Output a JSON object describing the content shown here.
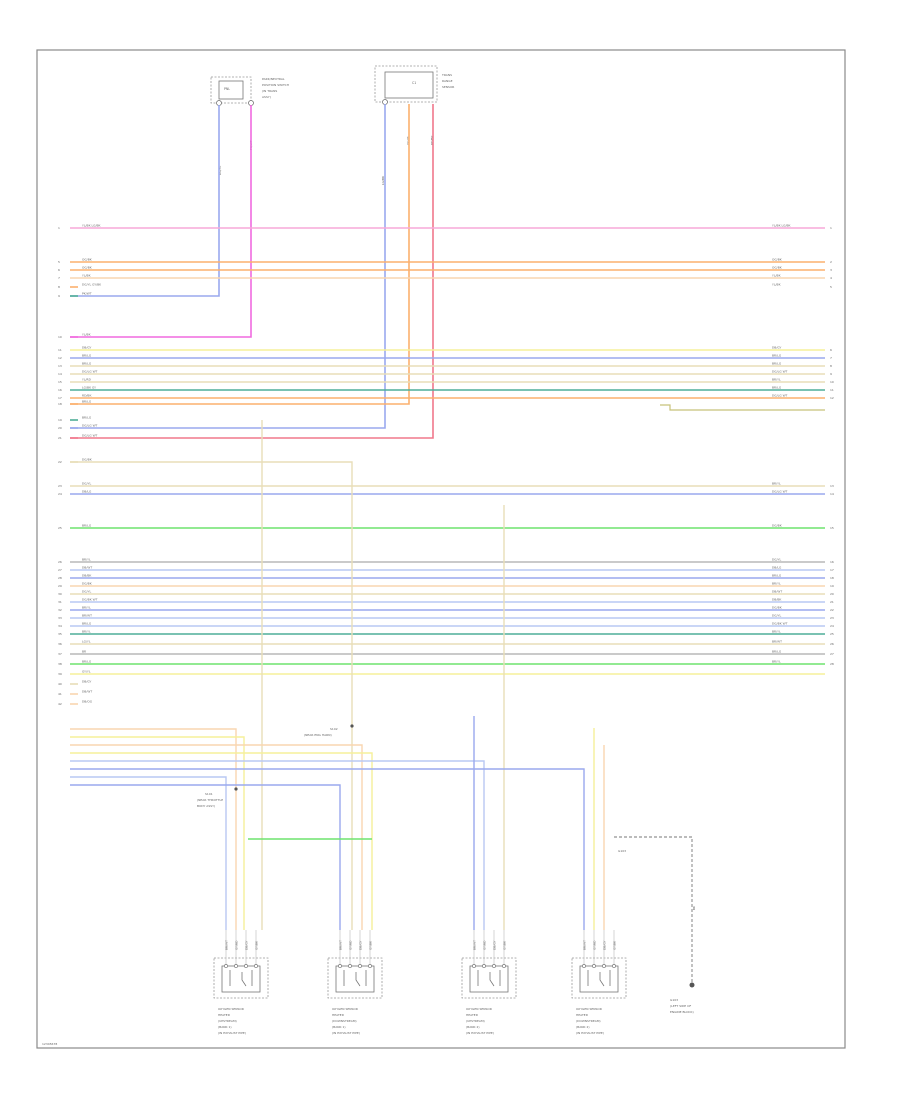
{
  "diagram": {
    "footer_code": "12345678",
    "components": {
      "top_left": {
        "box_label": "PNL",
        "desc": [
          "PARK/NEUTRAL",
          "POSITION SWITCH",
          "(IN TRANS",
          "ASSY)"
        ],
        "pin_labels": [
          "DG/YL",
          "PK/WT"
        ]
      },
      "top_mid": {
        "box_label": "C1",
        "desc": [
          "TRANS",
          "RANGE",
          "SENSOR"
        ],
        "pin_labels": [
          "LG/BK",
          "OG/YL",
          "RD/BK"
        ]
      },
      "bottom": [
        {
          "desc": [
            "OXYGEN SENSOR",
            "HEATED",
            "(UPSTREAM)",
            "(BANK 1)",
            "(IN EXHAUST PIPE)"
          ],
          "pin_labels": [
            "BR/WT",
            "GY/RD",
            "DB/GY",
            "GY/BK"
          ]
        },
        {
          "desc": [
            "OXYGEN SENSOR",
            "HEATED",
            "(DOWNSTREAM)",
            "(BANK 1)",
            "(IN EXHAUST PIPE)"
          ],
          "pin_labels": [
            "BR/WT",
            "GY/RD",
            "DB/GY",
            "GY/BK"
          ]
        },
        {
          "desc": [
            "OXYGEN SENSOR",
            "HEATED",
            "(UPSTREAM)",
            "(BANK 2)",
            "(IN EXHAUST PIPE)"
          ],
          "pin_labels": [
            "BR/WT",
            "GY/RD",
            "DB/GY",
            "GY/BK"
          ]
        },
        {
          "desc": [
            "OXYGEN SENSOR",
            "HEATED",
            "(DOWNSTREAM)",
            "(BANK 2)",
            "(IN EXHAUST PIPE)"
          ],
          "pin_labels": [
            "BR/WT",
            "GY/RD",
            "DB/GY",
            "GY/BK"
          ]
        }
      ],
      "ground": {
        "desc": [
          "G103",
          "(LEFT SIDE OF",
          "ENGINE BLOCK)"
        ],
        "wire_label": "BK",
        "side_label": "G103"
      },
      "splice_left": {
        "desc": [
          "S101",
          "(NEAR THROTTLE",
          "BODY ASSY)"
        ]
      },
      "splice_mid": {
        "desc": [
          "S102",
          "(NEAR ENG HARN)"
        ]
      }
    },
    "left_wires": [
      {
        "pin": "1",
        "label": "YL/BK  LG/BK"
      },
      {
        "pin": "5",
        "label": "OG/BK"
      },
      {
        "pin": "6",
        "label": "OG/BK"
      },
      {
        "pin": "7",
        "label": "YL/BK"
      },
      {
        "pin": "8",
        "label": "DG/YL  GY/BK"
      },
      {
        "pin": "9",
        "label": "PK/WT"
      },
      {
        "pin": "10",
        "label": "YL/BK"
      },
      {
        "pin": "11",
        "label": "DB/GY"
      },
      {
        "pin": "12",
        "label": "BR/LG"
      },
      {
        "pin": "13",
        "label": "BR/LG"
      },
      {
        "pin": "14",
        "label": "DG/LG  WT"
      },
      {
        "pin": "15",
        "label": "YL/RD"
      },
      {
        "pin": "16",
        "label": "LG/BK  GY"
      },
      {
        "pin": "17",
        "label": "RD/BK"
      },
      {
        "pin": "18",
        "label": "BR/LG"
      },
      {
        "pin": "19",
        "label": "BR/LG"
      },
      {
        "pin": "20",
        "label": "DG/LG  WT"
      },
      {
        "pin": "21",
        "label": "DG/LG  WT"
      },
      {
        "pin": "22",
        "label": "DG/BK"
      },
      {
        "pin": "23",
        "label": "DG/YL"
      },
      {
        "pin": "24",
        "label": "DB/LG"
      },
      {
        "pin": "25",
        "label": "BR/LG"
      },
      {
        "pin": "26",
        "label": "BR/YL"
      },
      {
        "pin": "27",
        "label": "DB/WT"
      },
      {
        "pin": "28",
        "label": "DB/BK"
      },
      {
        "pin": "29",
        "label": "DG/BK"
      },
      {
        "pin": "30",
        "label": "DG/YL"
      },
      {
        "pin": "31",
        "label": "DG/BK  WT"
      },
      {
        "pin": "32",
        "label": "BR/YL"
      },
      {
        "pin": "33",
        "label": "BR/WT"
      },
      {
        "pin": "34",
        "label": "BR/LG"
      },
      {
        "pin": "35",
        "label": "BR/YL"
      },
      {
        "pin": "36",
        "label": "LG/YL"
      },
      {
        "pin": "37",
        "label": "BR"
      },
      {
        "pin": "38",
        "label": "BR/LG"
      },
      {
        "pin": "39",
        "label": "GY/YL"
      },
      {
        "pin": "40",
        "label": "DB/GY"
      },
      {
        "pin": "41",
        "label": "DB/WT"
      },
      {
        "pin": "42",
        "label": "DB/OG"
      }
    ],
    "right_wires": [
      {
        "pin": "1",
        "label": "YL/BK  LG/BK"
      },
      {
        "pin": "2",
        "label": "OG/BK"
      },
      {
        "pin": "3",
        "label": "OG/BK"
      },
      {
        "pin": "4",
        "label": "YL/BK"
      },
      {
        "pin": "5",
        "label": "YL/BK"
      },
      {
        "pin": "6",
        "label": "DB/GY"
      },
      {
        "pin": "7",
        "label": "BR/LG"
      },
      {
        "pin": "8",
        "label": "BR/LG"
      },
      {
        "pin": "9",
        "label": "DG/LG  WT"
      },
      {
        "pin": "10",
        "label": "BR/YL"
      },
      {
        "pin": "11",
        "label": "BR/LG"
      },
      {
        "pin": "12",
        "label": "DG/LG  WT"
      },
      {
        "pin": "13",
        "label": "BR/YL"
      },
      {
        "pin": "14",
        "label": "DG/LG  WT"
      },
      {
        "pin": "15",
        "label": "DG/BK"
      },
      {
        "pin": "16",
        "label": "DG/YL"
      },
      {
        "pin": "17",
        "label": "DB/LG"
      },
      {
        "pin": "18",
        "label": "BR/LG"
      },
      {
        "pin": "19",
        "label": "BR/YL"
      },
      {
        "pin": "20",
        "label": "DB/WT"
      },
      {
        "pin": "21",
        "label": "DB/BK"
      },
      {
        "pin": "22",
        "label": "DG/BK"
      },
      {
        "pin": "23",
        "label": "DG/YL"
      },
      {
        "pin": "24",
        "label": "DG/BK  WT"
      },
      {
        "pin": "25",
        "label": "BR/YL"
      },
      {
        "pin": "26",
        "label": "BR/WT"
      },
      {
        "pin": "27",
        "label": "BR/LG"
      },
      {
        "pin": "28",
        "label": "BR/YL"
      }
    ],
    "colors": {
      "pink": "#f7a9d9",
      "magenta": "#f06adf",
      "orange": "#fbb06e",
      "peach": "#f9d6b0",
      "yellow": "#f6f09a",
      "tan": "#e8deb8",
      "blue": "#9aa9ee",
      "lightblue": "#b9c8f3",
      "green": "#6fe36f",
      "teal": "#4fae98",
      "red": "#f0788c",
      "gray": "#b8b8b8",
      "olive": "#c8c27a",
      "border": "#8a8a8a"
    }
  }
}
